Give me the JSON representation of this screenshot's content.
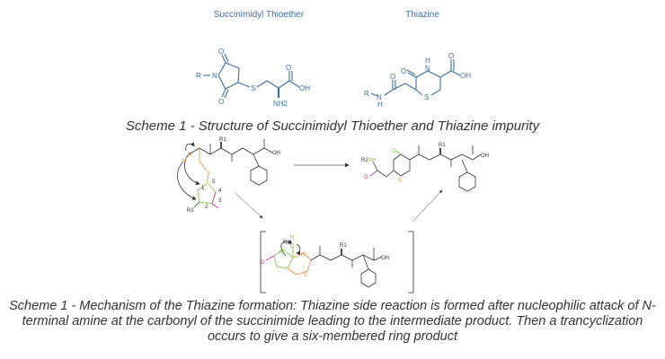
{
  "structures": {
    "left_title": "Succinimidyl Thioether",
    "right_title": "Thiazine"
  },
  "atoms": {
    "R": "R",
    "N": "N",
    "O": "O",
    "S": "S",
    "OH": "OH",
    "NH2": "NH2",
    "H": "H",
    "NH": "NH",
    "R1": "R1",
    "R2": "R2",
    "n1": "1",
    "n2": "2",
    "n3": "3",
    "n4": "4",
    "n5": "5"
  },
  "captions": {
    "scheme_structure": "Scheme 1 - Structure of Succinimidyl Thioether and Thiazine impurity",
    "scheme_mechanism_line1": "Scheme 1 - Mechanism of the Thiazine formation: Thiazine side reaction is formed after nucleophilic attack of N-",
    "scheme_mechanism_line2": "terminal amine at the carbonyl of the succinimide leading to the intermediate product. Then a trancyclization",
    "scheme_mechanism_line3": "occurs to give a six-membered ring product"
  },
  "colors": {
    "blue": "#3d6e9e",
    "orange": "#f08a3c",
    "green": "#7cc24a",
    "magenta": "#d0309a",
    "ink": "#333333"
  }
}
